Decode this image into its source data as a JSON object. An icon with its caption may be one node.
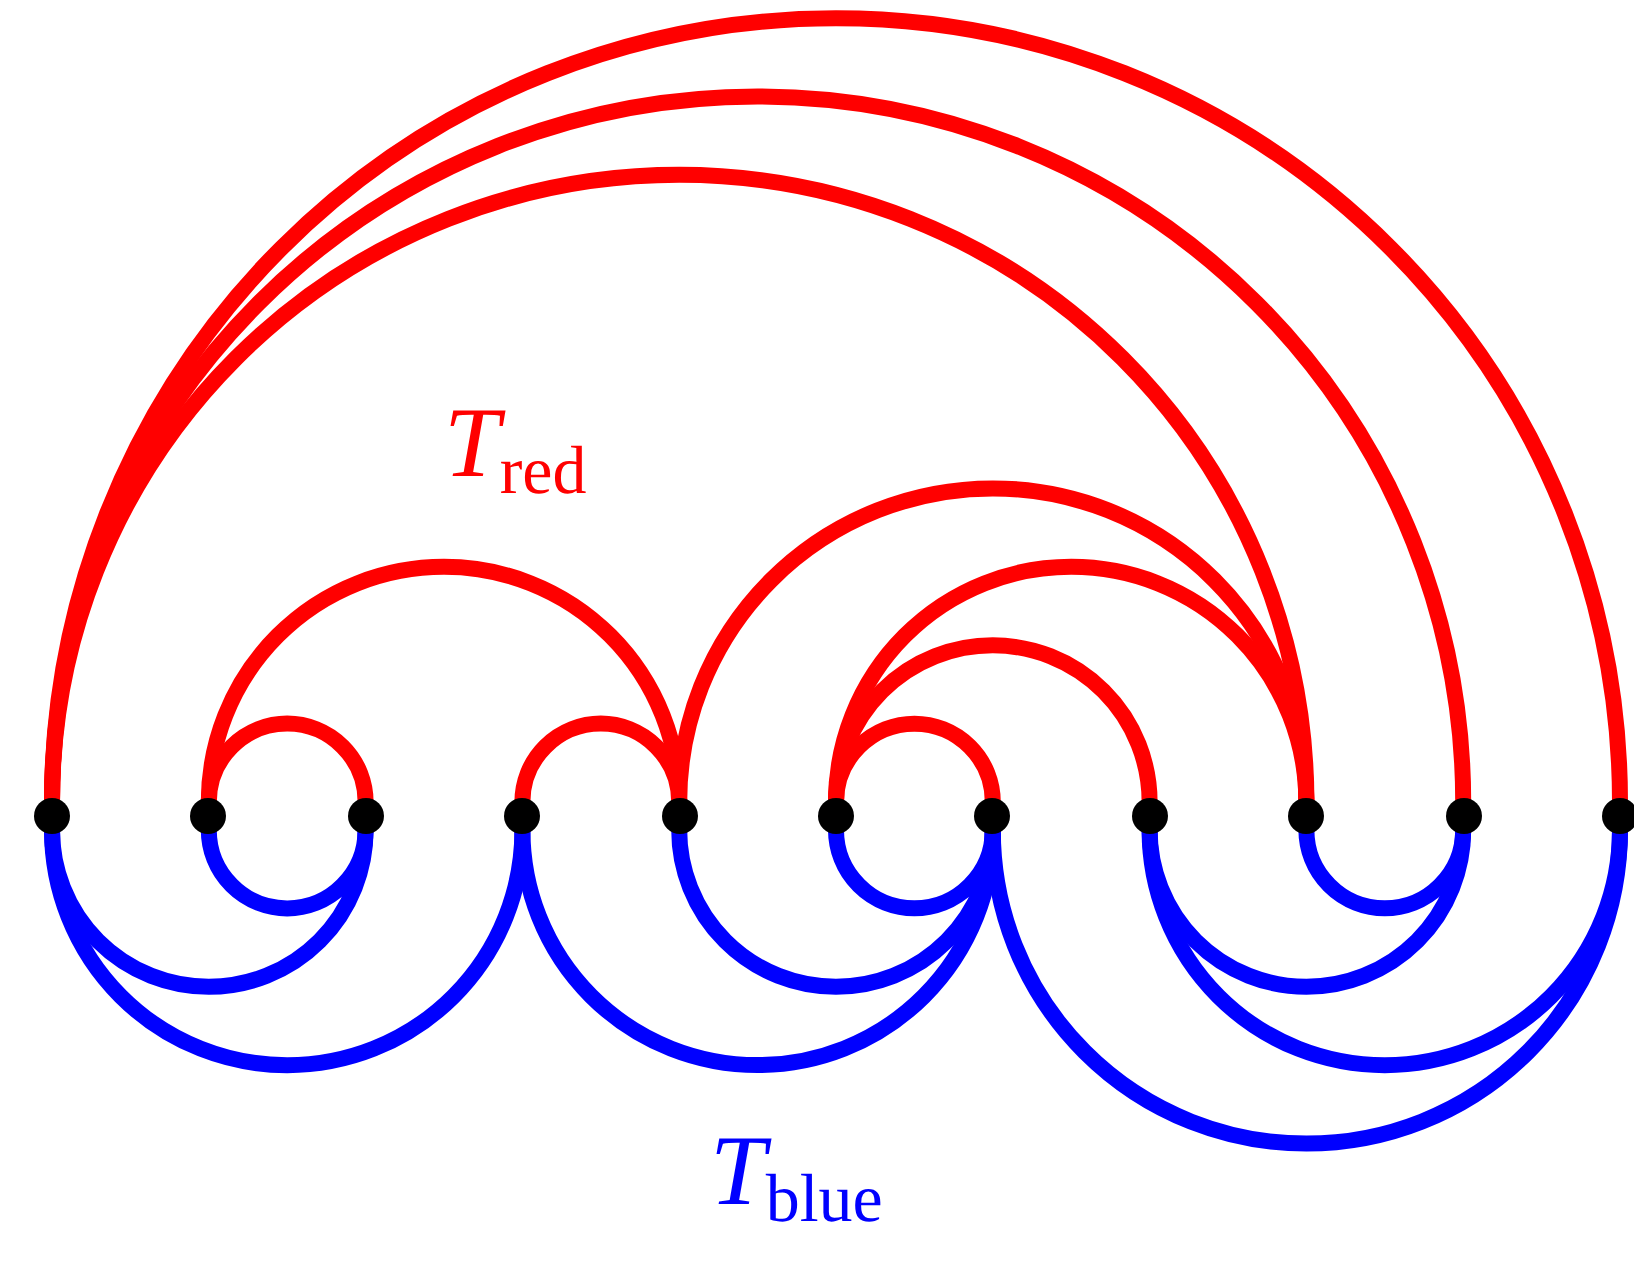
{
  "diagram": {
    "nodes": [
      {
        "text": [],
        "shape": "circle"
      },
      {
        "text": [],
        "shape": "circle"
      },
      {
        "text": [],
        "shape": "circle"
      },
      {
        "text": [],
        "shape": "circle"
      },
      {
        "text": [],
        "shape": "circle"
      },
      {
        "text": [],
        "shape": "circle"
      },
      {
        "text": [],
        "shape": "circle"
      },
      {
        "text": [],
        "shape": "circle"
      },
      {
        "text": [],
        "shape": "circle"
      },
      {
        "text": [],
        "shape": "circle"
      },
      {
        "text": [],
        "shape": "circle"
      }
    ],
    "edges": [
      {
        "from": 0,
        "to": 10,
        "arrow": "none",
        "color": "#ff0000"
      },
      {
        "from": 0,
        "to": 9,
        "arrow": "none",
        "color": "#ff0000"
      },
      {
        "from": 0,
        "to": 8,
        "arrow": "none",
        "color": "#ff0000"
      },
      {
        "from": 1,
        "to": 2,
        "arrow": "none",
        "color": "#ff0000"
      },
      {
        "from": 1,
        "to": 4,
        "arrow": "none",
        "color": "#ff0000"
      },
      {
        "from": 3,
        "to": 4,
        "arrow": "none",
        "color": "#ff0000"
      },
      {
        "from": 4,
        "to": 8,
        "arrow": "none",
        "color": "#ff0000"
      },
      {
        "from": 5,
        "to": 8,
        "arrow": "none",
        "color": "#ff0000"
      },
      {
        "from": 5,
        "to": 7,
        "arrow": "none",
        "color": "#ff0000"
      },
      {
        "from": 5,
        "to": 6,
        "arrow": "none",
        "color": "#ff0000"
      },
      {
        "from": 1,
        "to": 2,
        "arrow": "none",
        "color": "#0000ff"
      },
      {
        "from": 0,
        "to": 2,
        "arrow": "none",
        "color": "#0000ff"
      },
      {
        "from": 0,
        "to": 3,
        "arrow": "none",
        "color": "#0000ff"
      },
      {
        "from": 3,
        "to": 6,
        "arrow": "none",
        "color": "#0000ff"
      },
      {
        "from": 4,
        "to": 6,
        "arrow": "none",
        "color": "#0000ff"
      },
      {
        "from": 5,
        "to": 6,
        "arrow": "none",
        "color": "#0000ff"
      },
      {
        "from": 6,
        "to": 10,
        "arrow": "none",
        "color": "#0000ff"
      },
      {
        "from": 7,
        "to": 10,
        "arrow": "none",
        "color": "#0000ff"
      },
      {
        "from": 7,
        "to": 9,
        "arrow": "none",
        "color": "#0000ff"
      },
      {
        "from": 8,
        "to": 9,
        "arrow": "none",
        "color": "#0000ff"
      }
    ],
    "labels": [
      "*T*$_{red}$",
      "*T*$_{blue}$"
    ]
  }
}
